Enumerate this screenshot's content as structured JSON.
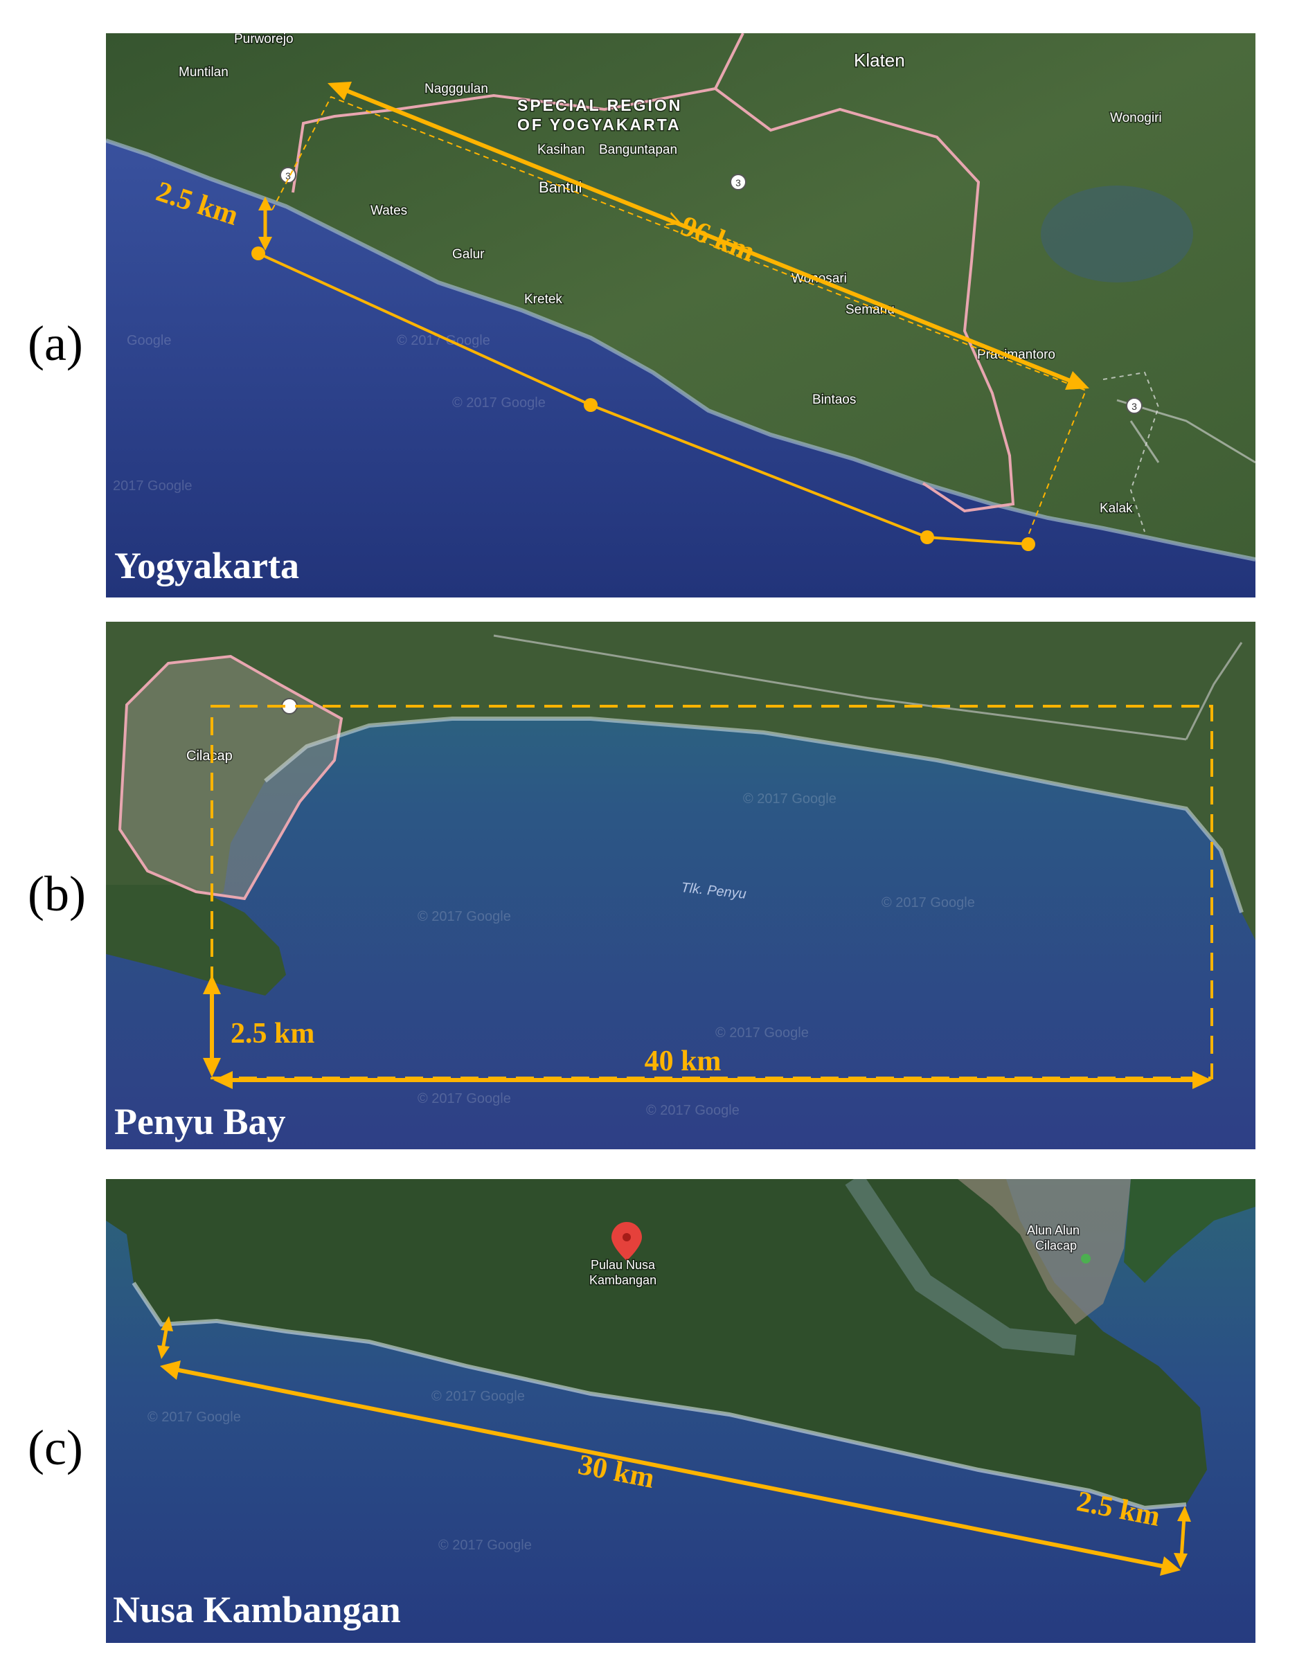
{
  "colors": {
    "annotation": "#ffb400",
    "land": "#3b5f35",
    "sea_deep": "#2e3f86",
    "sea_shallow": "#2c6b7a",
    "border": "#e8a6b0"
  },
  "panels": [
    {
      "label": "(a)",
      "title": "Yogyakarta",
      "width_label": "2.5 km",
      "length_label": ">96 km",
      "region_label": [
        "SPECIAL REGION",
        "OF YOGYAKARTA"
      ],
      "places": [
        "Purworejo",
        "Muntilan",
        "Nagggulan",
        "Klaten",
        "Wonogiri",
        "Kasihan",
        "Banguntapan",
        "Bantul",
        "Wates",
        "Galur",
        "Kretek",
        "Wonosari",
        "Semanu",
        "Pracimantoro",
        "Bintaos",
        "Kalak"
      ],
      "road_markers": [
        "3",
        "3",
        "3"
      ],
      "watermarks": [
        "© 2017 Google",
        "© 2017 Google",
        "2017 Google",
        "Google"
      ]
    },
    {
      "label": "(b)",
      "title": "Penyu Bay",
      "width_label": "2.5 km",
      "length_label": "40 km",
      "places": [
        "Cilacap",
        "Tlk. Penyu"
      ],
      "watermarks": [
        "© 2017 Google",
        "© 2017 Google",
        "© 2017 Google",
        "© 2017 Google",
        "© 2017 Google",
        "© 2017 Google"
      ]
    },
    {
      "label": "(c)",
      "title": "Nusa Kambangan",
      "width_label": "2.5 km",
      "length_label": "30 km",
      "places": [
        "Pulau Nusa",
        "Kambangan",
        "Alun Alun",
        "Cilacap"
      ],
      "watermarks": [
        "© 2017 Google",
        "© 2017 Google",
        "© 2017 Google"
      ]
    }
  ]
}
